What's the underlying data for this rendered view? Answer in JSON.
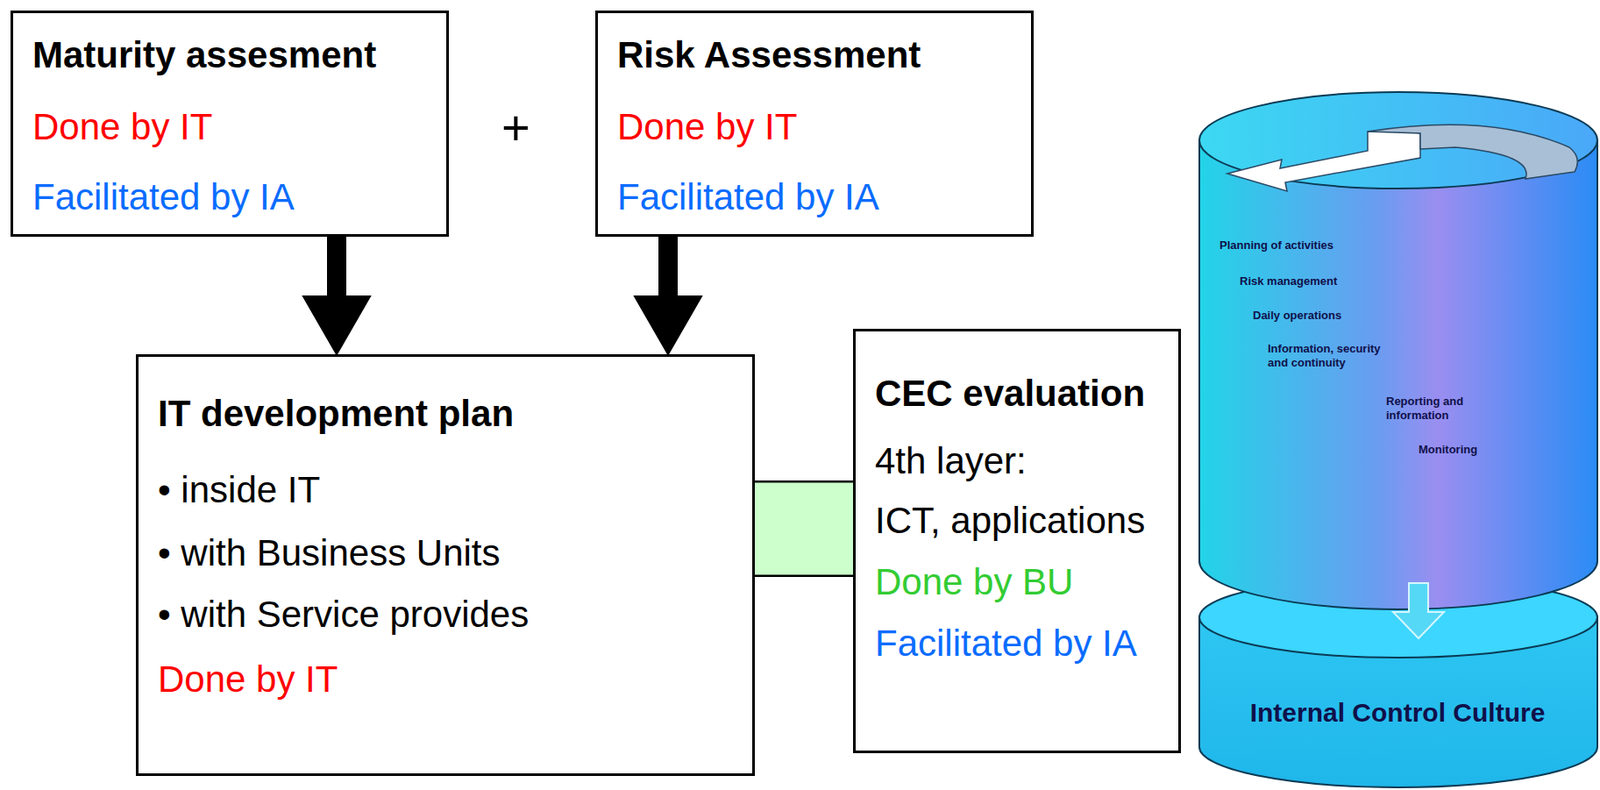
{
  "diagram": {
    "nodes": [
      {
        "text": [
          "Maturity assesment",
          "Done by IT",
          "Facilitated by IA"
        ]
      },
      {
        "text": [
          "Risk Assessment",
          "Done by IT",
          "Facilitated by IA"
        ]
      },
      {
        "text": [
          "IT development plan",
          "• inside IT",
          "• with Business Units",
          "• with Service provides",
          "Done by IT"
        ]
      },
      {
        "text": [
          "CEC evaluation",
          "4th layer:",
          "ICT, applications",
          "Done by BU",
          "Facilitated by IA"
        ]
      },
      {
        "text": [
          "Planning of activities",
          "Risk management",
          "Daily operations",
          "Information, security and continuity",
          "Reporting and information",
          "Monitoring"
        ]
      },
      {
        "text": [
          "Internal Control Culture"
        ]
      }
    ],
    "edges": [
      {
        "from": 0,
        "to": 2,
        "arrow": "to"
      },
      {
        "from": 1,
        "to": 2,
        "arrow": "to"
      },
      {
        "from": 2,
        "to": 3,
        "arrow": "none"
      },
      {
        "from": 4,
        "to": 5,
        "arrow": "to"
      }
    ],
    "labels": [
      "+"
    ]
  }
}
